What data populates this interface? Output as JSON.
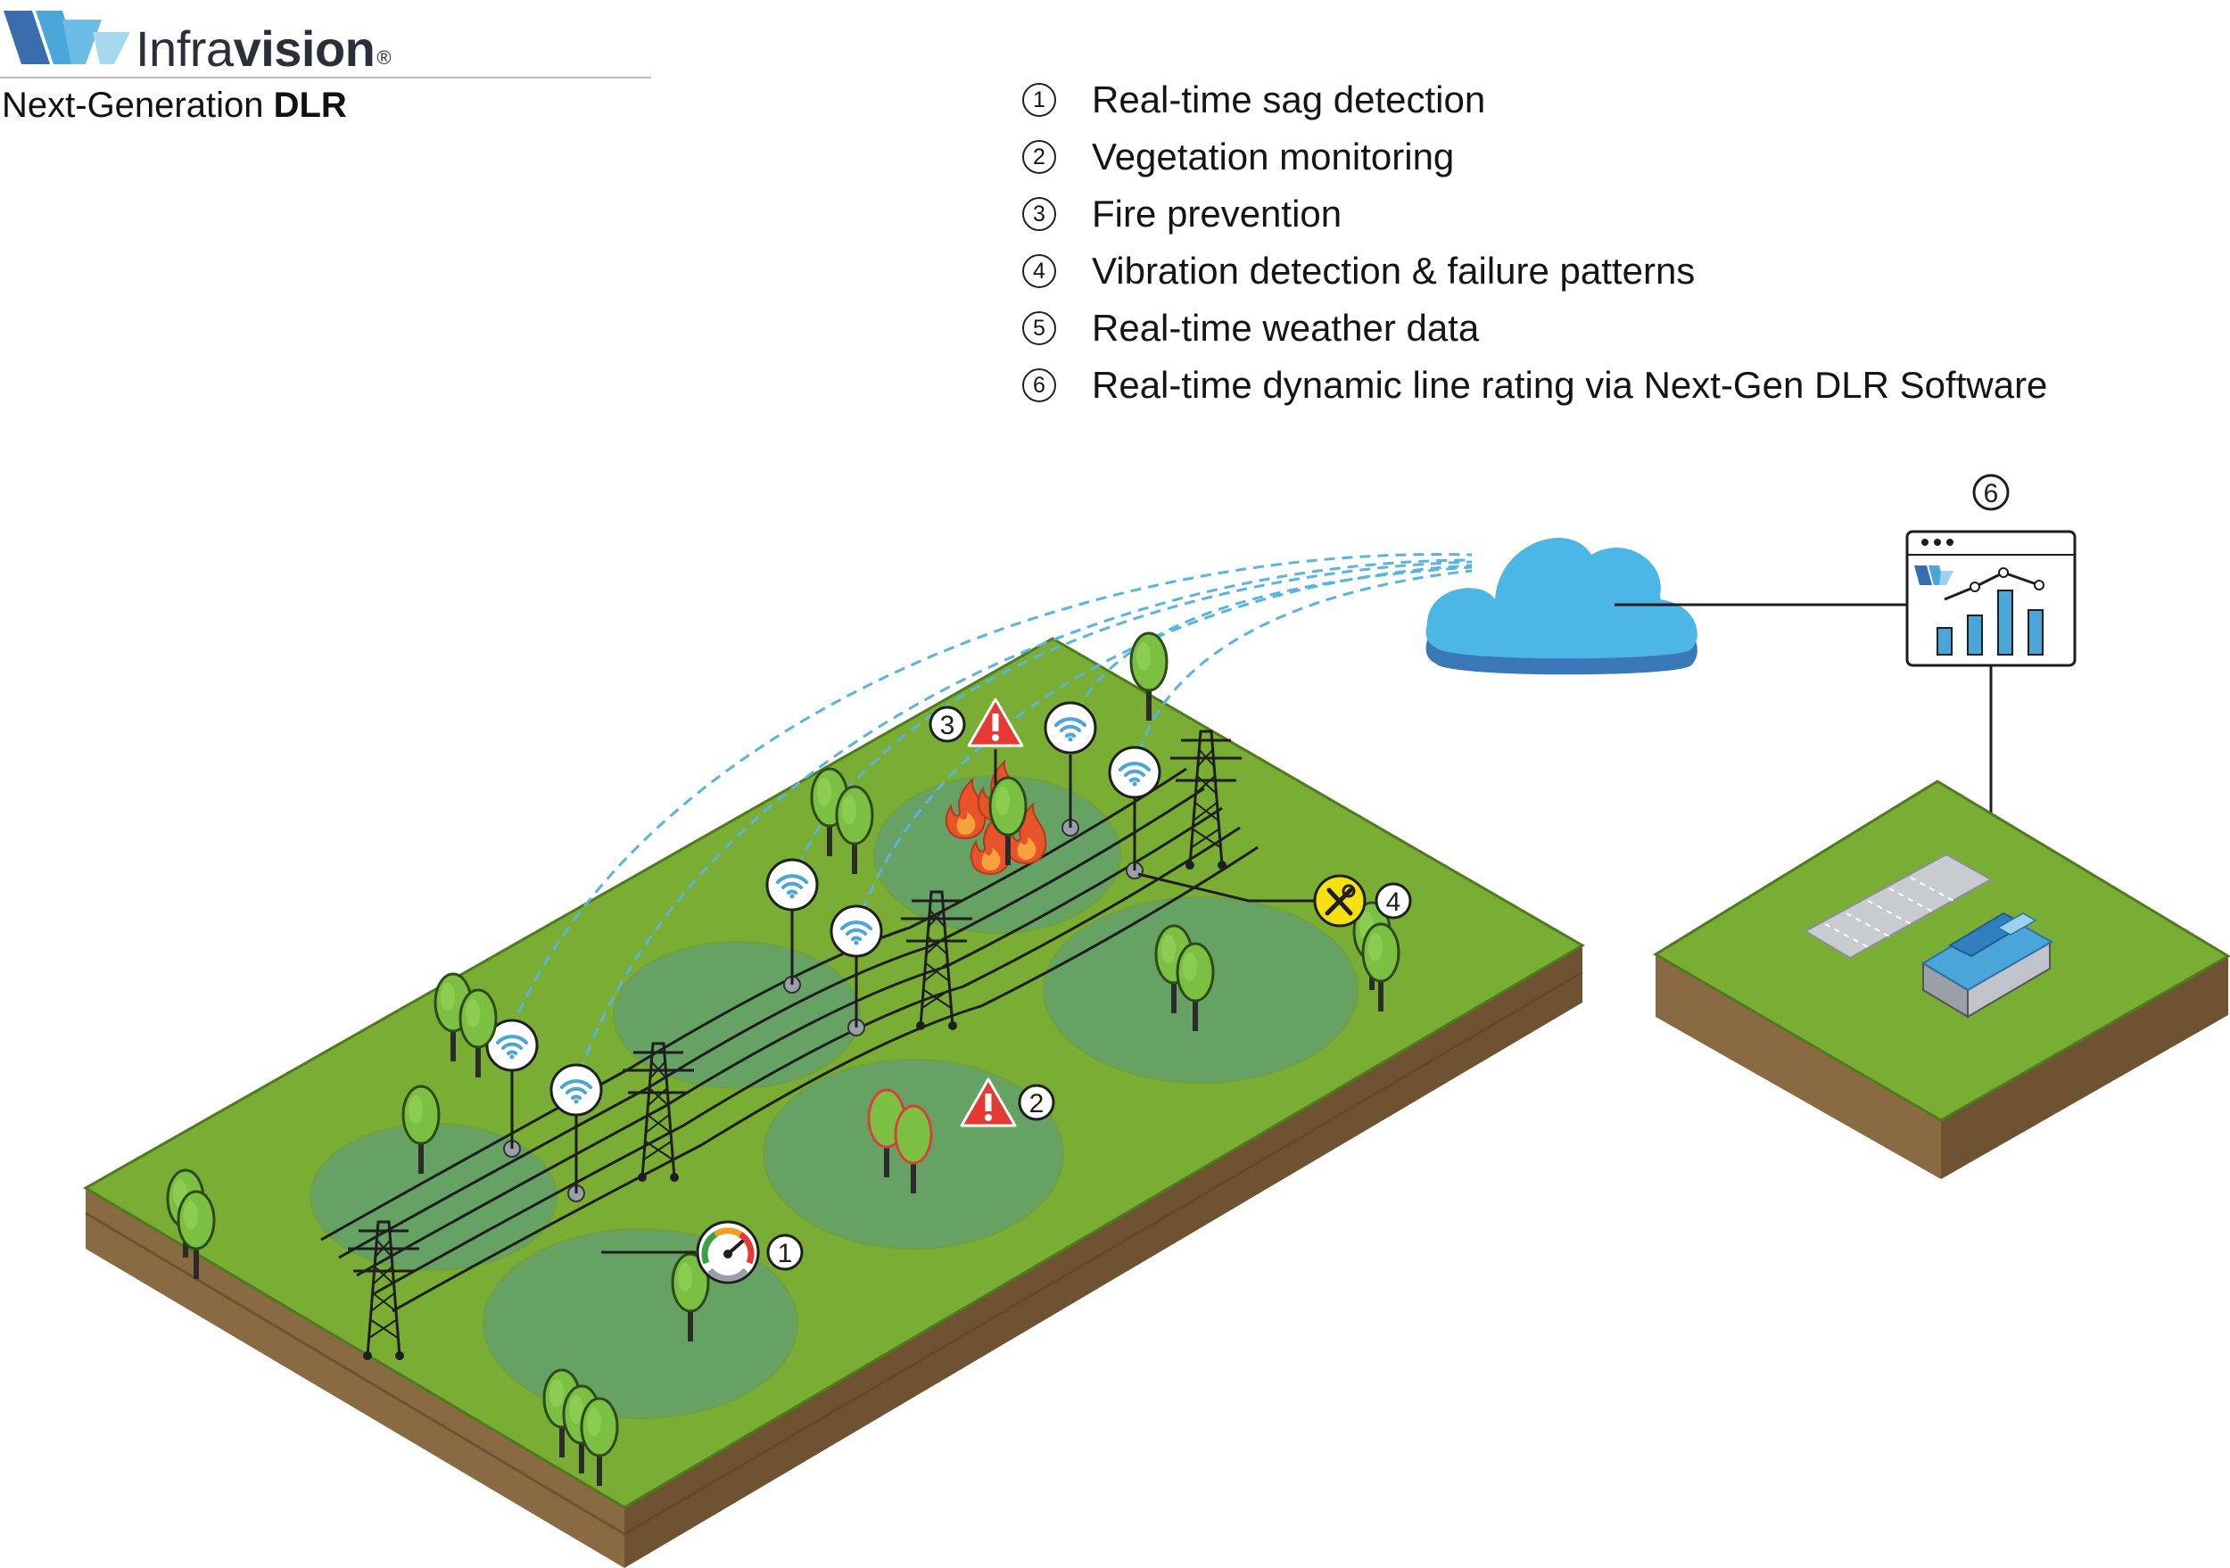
{
  "brand": {
    "name_light": "Infra",
    "name_bold": "vision",
    "registered": "®",
    "tagline_light": "Next-Generation ",
    "tagline_bold": "DLR",
    "colors": {
      "dark": "#3a6dae",
      "mid": "#4aa6d9",
      "light": "#9bd3ee"
    }
  },
  "legend": [
    {
      "num": "1",
      "text": "Real-time sag detection"
    },
    {
      "num": "2",
      "text": "Vegetation monitoring"
    },
    {
      "num": "3",
      "text": "Fire prevention"
    },
    {
      "num": "4",
      "text": "Vibration detection & failure patterns"
    },
    {
      "num": "5",
      "text": "Real-time weather data"
    },
    {
      "num": "6",
      "text": "Real-time dynamic line rating via Next-Gen DLR Software"
    }
  ],
  "diagram": {
    "markers": {
      "sag": "1",
      "vegetation": "2",
      "fire": "3",
      "vibration": "4",
      "software": "6"
    },
    "icons": [
      "cloud-icon",
      "wifi-icon",
      "warning-icon",
      "fire-icon",
      "gauge-icon",
      "wrench-icon",
      "dashboard-icon",
      "tree-icon",
      "tower-icon",
      "building-icon"
    ],
    "colors": {
      "grass_top": "#79ad34",
      "grass_edge": "#5f8e26",
      "soil": "#8a6a43",
      "soil_dark": "#6b4f2e",
      "coverage_zone": "#5f9f77",
      "cloud": "#4cb7e6",
      "cloud_shadow": "#3b78b8",
      "link": "#5ab4df",
      "warning": "#e53935",
      "tool": "#f5e10f"
    }
  }
}
